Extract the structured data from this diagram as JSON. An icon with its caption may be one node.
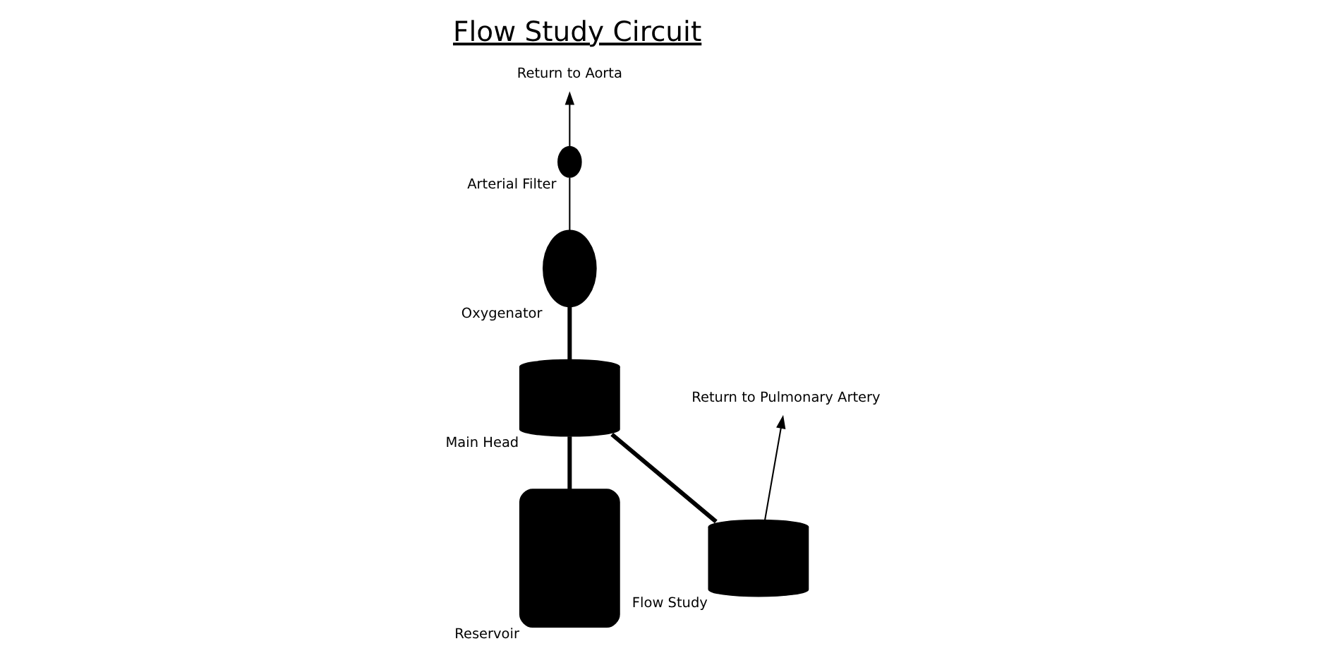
{
  "diagram": {
    "title": "Flow Study Circuit",
    "nodes": [
      {
        "text": [],
        "shape": "cylinder",
        "beside": [
          "Flow Study"
        ]
      },
      {
        "text": [],
        "shape": "box",
        "beside": [
          "Reservoir"
        ]
      },
      {
        "text": [],
        "shape": "cylinder",
        "beside": [
          "Main Head"
        ]
      },
      {
        "text": [],
        "shape": "ellipse",
        "beside": [
          "Oxygenator"
        ]
      },
      {
        "text": [],
        "shape": "ellipse",
        "beside": [
          "Arterial Filter"
        ]
      },
      {
        "text": [
          "Return to Pulmonary Artery"
        ]
      },
      {
        "text": [
          "Return to Aorta"
        ]
      }
    ],
    "edges": [
      {
        "from": 0,
        "to": 5,
        "arrow": "to"
      },
      {
        "from": 0,
        "to": 2,
        "arrow": "none",
        "style": "thick"
      },
      {
        "from": 1,
        "to": 2,
        "arrow": "none",
        "style": "thick"
      },
      {
        "from": 2,
        "to": 3,
        "arrow": "none",
        "style": "thick"
      },
      {
        "from": 3,
        "to": 4,
        "arrow": "none"
      },
      {
        "from": 4,
        "to": 6,
        "arrow": "to"
      }
    ]
  }
}
